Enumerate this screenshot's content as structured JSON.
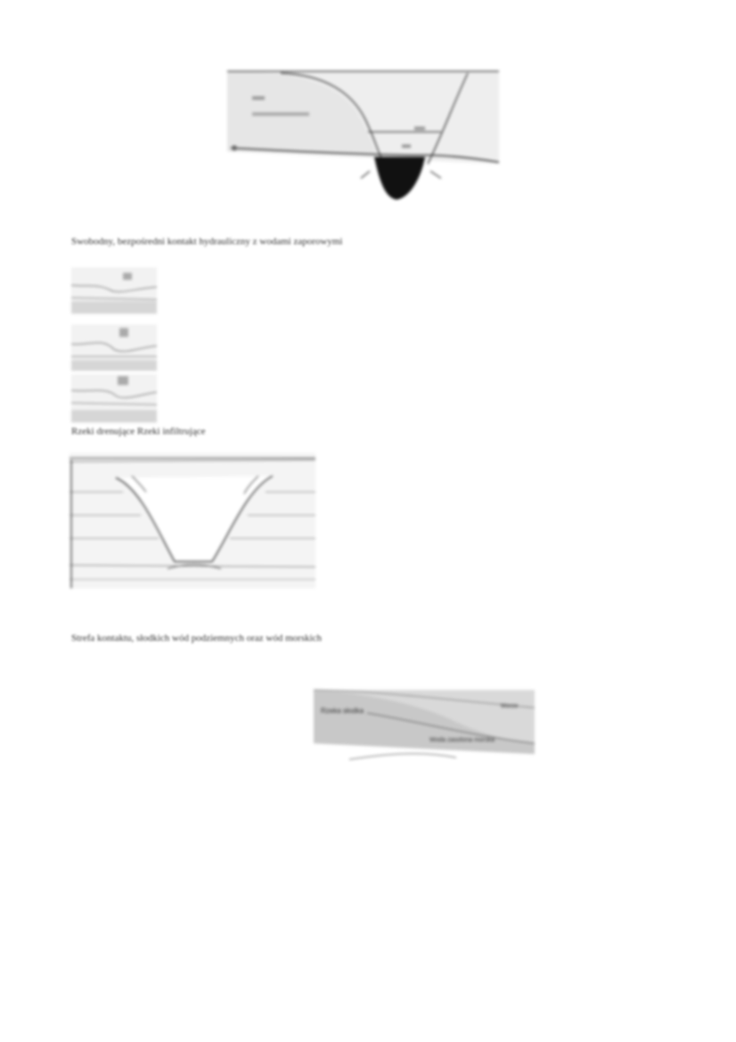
{
  "captions": {
    "c1": "Swobodny, bezpośredni kontakt hydrauliczny z wodami zaporowymi",
    "c2": "Rzeki drenujące Rzeki infiltrujące",
    "c3": "Strefa kontaktu, słodkich wód podziemnych oraz wód morskich"
  },
  "figure4_labels": {
    "left": "Rzeka słodka",
    "right_top": "Morze",
    "right_bottom": "Woda zasolona morska"
  }
}
